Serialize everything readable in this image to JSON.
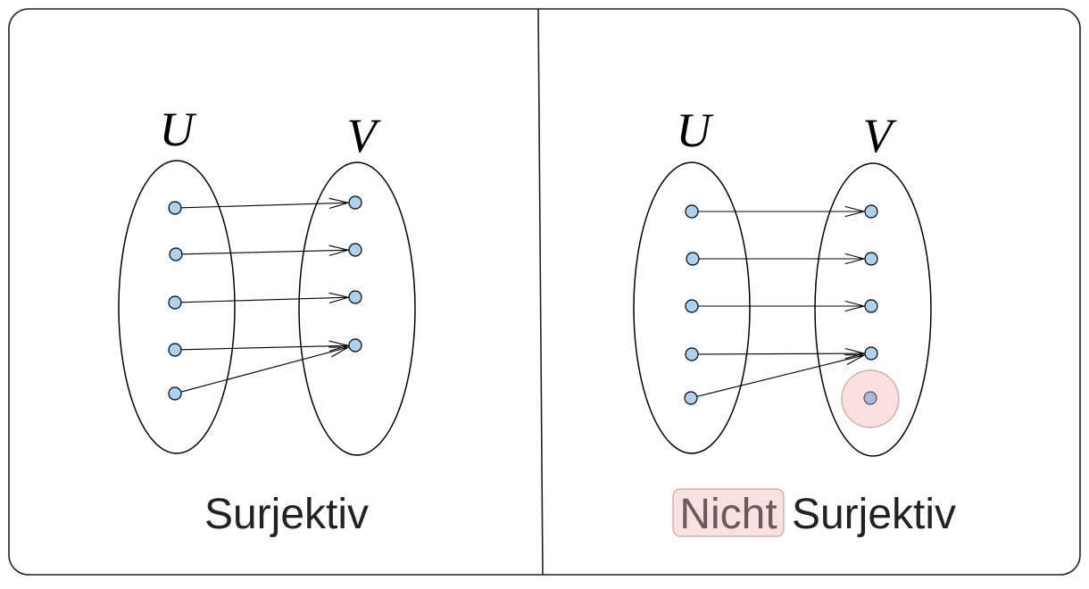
{
  "left": {
    "domain_label": "U",
    "codomain_label": "V",
    "caption": "Surjektiv",
    "mapping": [
      0,
      1,
      2,
      3,
      3
    ],
    "domain_count": 5,
    "codomain_count": 4
  },
  "right": {
    "domain_label": "U",
    "codomain_label": "V",
    "caption_negation": "Nicht",
    "caption": "Surjektiv",
    "mapping": [
      0,
      1,
      2,
      3,
      3
    ],
    "domain_count": 5,
    "codomain_count": 5,
    "unmapped_codomain_index": 4
  },
  "colors": {
    "point_fill": "#a9d2f5",
    "highlight_fill": "#fbe0e0",
    "highlight_stroke": "#c9a0a0",
    "stroke": "#000000"
  }
}
